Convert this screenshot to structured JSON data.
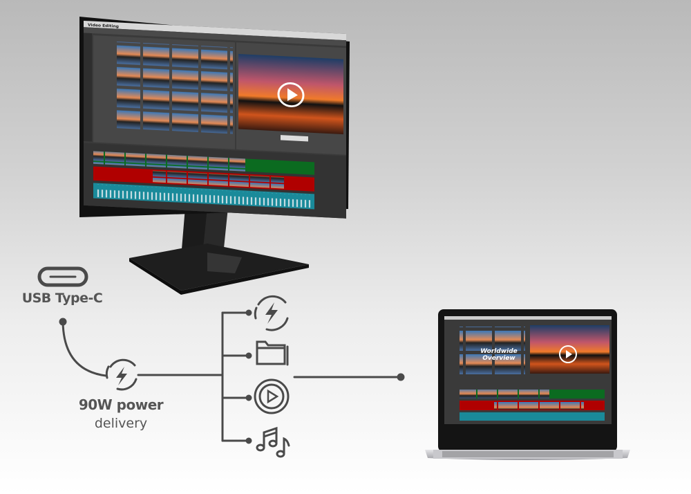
{
  "diagram": {
    "source_label": "USB Type-C",
    "power_title": "90W power",
    "power_subtitle": "delivery",
    "branches": [
      "power-icon",
      "folder-icon",
      "play-icon",
      "music-icon"
    ],
    "line_color": "#4a4a4a"
  },
  "monitor": {
    "app_title": "Video Editing",
    "tracks": {
      "video1": "#0b6b20",
      "video2": "#b00000",
      "audio": "#1a8a9a"
    }
  },
  "laptop": {
    "overlay_title_line1": "Worldwide",
    "overlay_title_line2": "Overview"
  }
}
